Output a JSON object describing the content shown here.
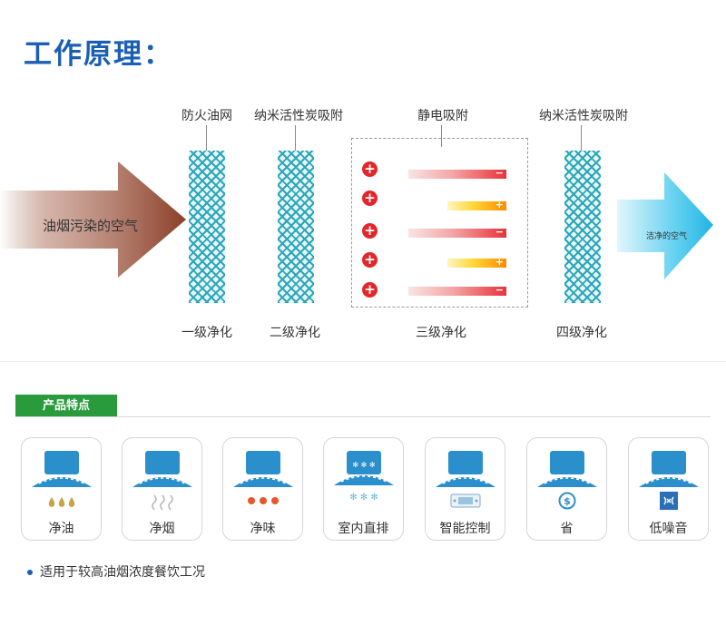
{
  "header": {
    "title": "工作原理："
  },
  "diagram": {
    "inlet_text": "油烟污染的空气",
    "outlet_text": "洁净的空气",
    "filters": [
      {
        "top_label": "防火油网",
        "stage": "一级净化"
      },
      {
        "top_label": "纳米活性炭吸附",
        "stage": "二级净化"
      },
      {
        "top_label": "静电吸附",
        "stage": "三级净化"
      },
      {
        "top_label": "纳米活性炭吸附",
        "stage": "四级净化"
      }
    ],
    "electrostatic_plates": [
      {
        "polarity": "negative",
        "sign": "−"
      },
      {
        "polarity": "positive",
        "sign": "+"
      },
      {
        "polarity": "negative",
        "sign": "−"
      },
      {
        "polarity": "positive",
        "sign": "+"
      },
      {
        "polarity": "negative",
        "sign": "−"
      }
    ],
    "colors": {
      "hood_blue": "#2b8fcc",
      "plus_red": "#e3262b",
      "inlet_brown": "#8f4a32",
      "outlet_cyan": "#3fc6ec"
    }
  },
  "features": {
    "tag": "产品特点",
    "items": [
      {
        "label": "净油",
        "icon": "oil-drops-icon"
      },
      {
        "label": "净烟",
        "icon": "smoke-icon"
      },
      {
        "label": "净味",
        "icon": "odor-dots-icon"
      },
      {
        "label": "室内直排",
        "icon": "snowflake-icon"
      },
      {
        "label": "智能控制",
        "icon": "control-panel-icon"
      },
      {
        "label": "省",
        "icon": "money-saving-icon"
      },
      {
        "label": "低噪音",
        "icon": "low-noise-icon"
      }
    ],
    "note": "适用于较高油烟浓度餐饮工况"
  }
}
